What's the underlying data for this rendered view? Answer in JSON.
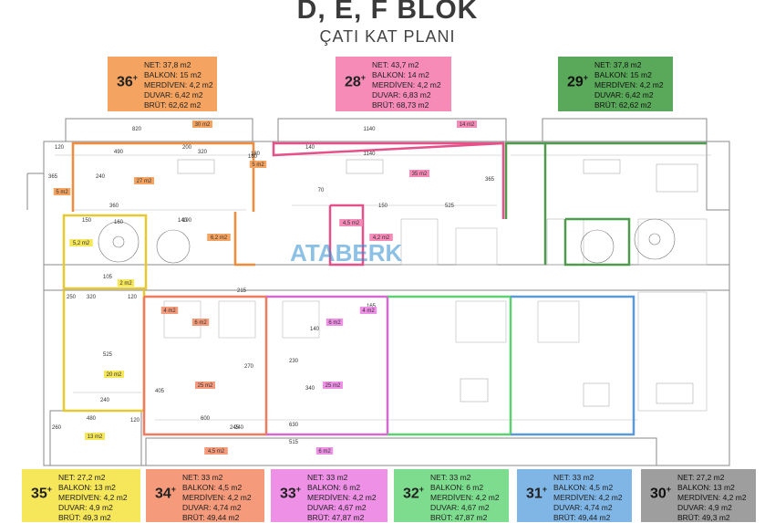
{
  "header": {
    "title": "D, E, F BLOK",
    "subtitle": "ÇATI KAT PLANI"
  },
  "watermark": "ATABERK",
  "units": [
    {
      "id": "36",
      "color": "#f4a460",
      "text_color": "#222",
      "lines": [
        "NET: 37,8 m2",
        "BALKON: 15 m2",
        "MERDİVEN: 4,2 m2",
        "DUVAR: 6,42 m2",
        "BRÜT: 62,62 m2"
      ]
    },
    {
      "id": "28",
      "color": "#f78bb8",
      "text_color": "#222",
      "lines": [
        "NET: 43,7 m2",
        "BALKON: 14 m2",
        "MERDİVEN: 4,2 m2",
        "DUVAR: 6,83 m2",
        "BRÜT: 68,73 m2"
      ]
    },
    {
      "id": "29",
      "color": "#5aa85a",
      "text_color": "#111",
      "lines": [
        "NET: 37,8 m2",
        "BALKON: 15 m2",
        "MERDİVEN: 4,2 m2",
        "DUVAR: 6,42 m2",
        "BRÜT: 62,62 m2"
      ]
    },
    {
      "id": "35",
      "color": "#f6e65a",
      "text_color": "#222",
      "lines": [
        "NET: 27,2 m2",
        "BALKON: 13 m2",
        "MERDİVEN: 4,2 m2",
        "DUVAR: 4,9 m2",
        "BRÜT: 49,3 m2"
      ]
    },
    {
      "id": "34",
      "color": "#f59a7a",
      "text_color": "#222",
      "lines": [
        "NET: 33 m2",
        "BALKON: 4,5 m2",
        "MERDİVEN: 4,2 m2",
        "DUVAR: 4,74 m2",
        "BRÜT: 49,44 m2"
      ]
    },
    {
      "id": "33",
      "color": "#ee90e6",
      "text_color": "#222",
      "lines": [
        "NET: 33 m2",
        "BALKON: 6 m2",
        "MERDİVEN: 4,2 m2",
        "DUVAR: 4,67 m2",
        "BRÜT: 47,87 m2"
      ]
    },
    {
      "id": "32",
      "color": "#7edc8e",
      "text_color": "#222",
      "lines": [
        "NET: 33 m2",
        "BALKON: 6 m2",
        "MERDİVEN: 4,2 m2",
        "DUVAR: 4,67 m2",
        "BRÜT: 47,87 m2"
      ]
    },
    {
      "id": "31",
      "color": "#7fb6e6",
      "text_color": "#222",
      "lines": [
        "NET: 33 m2",
        "BALKON: 4,5 m2",
        "MERDİVEN: 4,2 m2",
        "DUVAR: 4,74 m2",
        "BRÜT: 49,44 m2"
      ]
    },
    {
      "id": "30",
      "color": "#9e9e9e",
      "text_color": "#111",
      "lines": [
        "NET: 27,2 m2",
        "BALKON: 13 m2",
        "MERDİVEN: 4,2 m2",
        "DUVAR: 4,9 m2",
        "BRÜT: 49,3 m2"
      ]
    }
  ],
  "plan_labels": {
    "dims": [
      "820",
      "490",
      "200",
      "320",
      "120",
      "365",
      "240",
      "360",
      "150",
      "190",
      "180",
      "140",
      "1140",
      "1140",
      "70",
      "150",
      "525",
      "365",
      "320",
      "250",
      "120",
      "105",
      "525",
      "240",
      "480",
      "260",
      "215",
      "405",
      "600",
      "270",
      "245",
      "515",
      "340",
      "630",
      "230",
      "140",
      "160",
      "140",
      "165",
      "120",
      "240",
      "180"
    ],
    "areas": [
      "30 m2",
      "14 m2",
      "27 m2",
      "5 m2",
      "35 m2",
      "5 m2",
      "4,5 m2",
      "5,2 m2",
      "6,2 m2",
      "4,2 m2",
      "2 m2",
      "4 m2",
      "6 m2",
      "4 m2",
      "6 m2",
      "20 m2",
      "25 m2",
      "25 m2",
      "13 m2",
      "4,5 m2",
      "6 m2"
    ]
  }
}
